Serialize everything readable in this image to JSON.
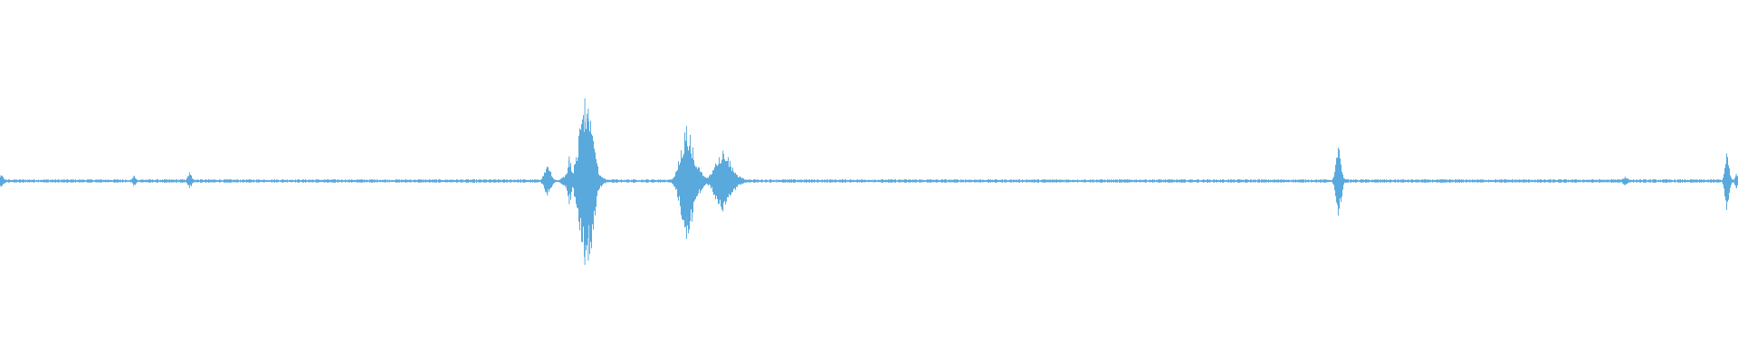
{
  "chart_data": {
    "type": "line",
    "title": "",
    "xlabel": "",
    "ylabel": "",
    "grid": false,
    "legend": "none",
    "x_range": [
      0,
      1
    ],
    "y_range": [
      -1,
      1
    ],
    "colors": {
      "waveform": "#5aa9dd",
      "background": "#ffffff"
    },
    "series": [
      {
        "baseline_amplitude": 0.012,
        "events": [
          {
            "t": 0.0005,
            "pos": 0.04,
            "neg": 0.04,
            "width": 0.0015
          },
          {
            "t": 0.077,
            "pos": 0.035,
            "neg": 0.035,
            "width": 0.001
          },
          {
            "t": 0.109,
            "pos": 0.06,
            "neg": 0.05,
            "width": 0.0012
          },
          {
            "t": 0.315,
            "pos": 0.1,
            "neg": 0.1,
            "width": 0.002
          },
          {
            "t": 0.326,
            "pos": 0.05,
            "neg": 0.05,
            "width": 0.0025
          },
          {
            "t": 0.3275,
            "pos": 0.17,
            "neg": 0.16,
            "width": 0.0012
          },
          {
            "t": 0.3365,
            "pos": 0.57,
            "neg": 0.58,
            "width": 0.0035
          },
          {
            "t": 0.3385,
            "pos": 0.5,
            "neg": 0.55,
            "width": 0.003
          },
          {
            "t": 0.3405,
            "pos": 0.1,
            "neg": 0.1,
            "width": 0.004
          },
          {
            "t": 0.395,
            "pos": 0.38,
            "neg": 0.4,
            "width": 0.0035
          },
          {
            "t": 0.3985,
            "pos": 0.15,
            "neg": 0.15,
            "width": 0.004
          },
          {
            "t": 0.416,
            "pos": 0.21,
            "neg": 0.21,
            "width": 0.0045
          },
          {
            "t": 0.422,
            "pos": 0.05,
            "neg": 0.05,
            "width": 0.004
          },
          {
            "t": 0.77,
            "pos": 0.23,
            "neg": 0.24,
            "width": 0.0015
          },
          {
            "t": 0.935,
            "pos": 0.03,
            "neg": 0.03,
            "width": 0.0015
          },
          {
            "t": 0.9935,
            "pos": 0.19,
            "neg": 0.2,
            "width": 0.0012
          },
          {
            "t": 0.999,
            "pos": 0.05,
            "neg": 0.05,
            "width": 0.001
          }
        ]
      }
    ]
  }
}
